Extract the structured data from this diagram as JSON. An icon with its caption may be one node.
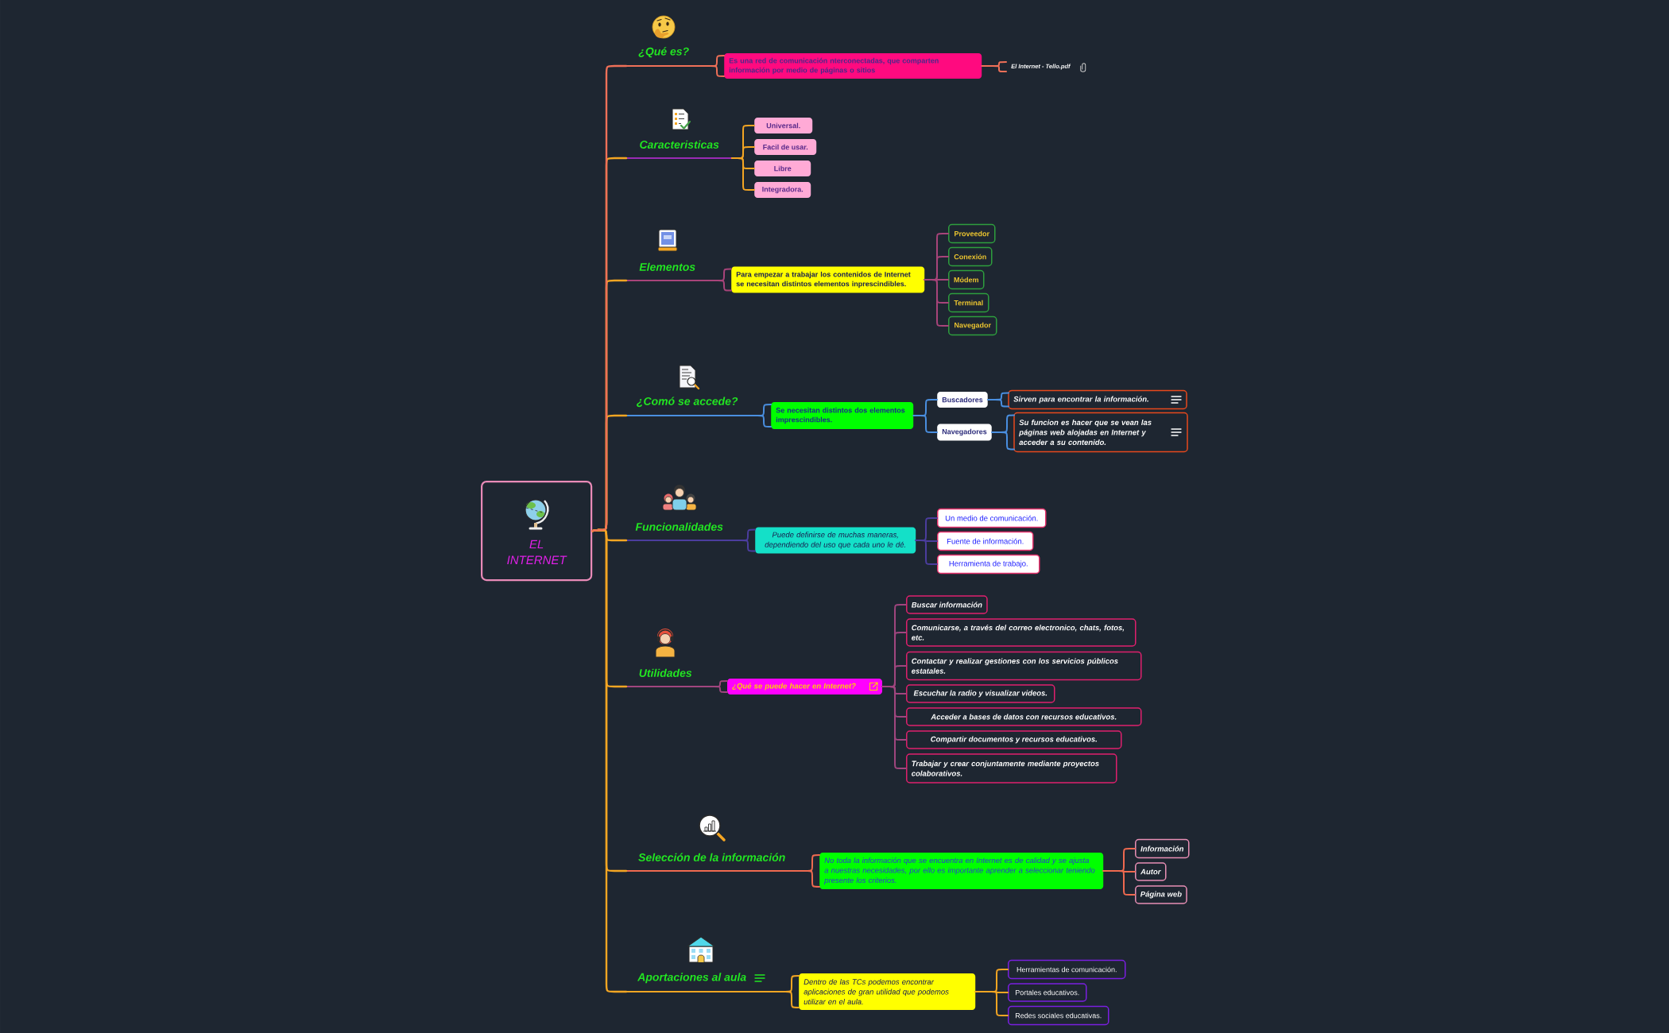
{
  "diagram": {
    "nodes": [
      {
        "text": [
          "EL INTERNET"
        ]
      },
      {
        "text": [
          "¿Qué es?"
        ]
      },
      {
        "text": [
          "Es una red de comunicación nterconectadas, que comparten información por medio de páginas o sitios"
        ]
      },
      {
        "text": [
          "El Internet - Tello.pdf"
        ]
      },
      {
        "text": [
          "Caracteristicas"
        ]
      },
      {
        "text": [
          "Universal."
        ]
      },
      {
        "text": [
          "Facil de usar."
        ]
      },
      {
        "text": [
          "Libre"
        ]
      },
      {
        "text": [
          "Integradora."
        ]
      },
      {
        "text": [
          "Elementos"
        ]
      },
      {
        "text": [
          "Para empezar a trabajar los contenidos de Internet se necesitan distintos elementos inprescindibles."
        ]
      },
      {
        "text": [
          "Proveedor"
        ]
      },
      {
        "text": [
          "Conexión"
        ]
      },
      {
        "text": [
          "Módem"
        ]
      },
      {
        "text": [
          "Terminal"
        ]
      },
      {
        "text": [
          "Navegador"
        ]
      },
      {
        "text": [
          "¿Comó se accede?"
        ]
      },
      {
        "text": [
          "Se necesitan distintos dos elementos imprescindibles."
        ]
      },
      {
        "text": [
          "Buscadores"
        ]
      },
      {
        "text": [
          "Sirven para encontrar la información."
        ]
      },
      {
        "text": [
          "Navegadores"
        ]
      },
      {
        "text": [
          "Su funcion es hacer que se vean las páginas web alojadas en Internet y acceder a su contenido."
        ]
      },
      {
        "text": [
          "Funcionalidades"
        ]
      },
      {
        "text": [
          "Puede definirse de muchas maneras, dependiendo del uso que cada uno le dé."
        ]
      },
      {
        "text": [
          "Un medio de comunicación."
        ]
      },
      {
        "text": [
          "Fuente de información."
        ]
      },
      {
        "text": [
          "Herramienta de trabajo."
        ]
      },
      {
        "text": [
          "Utilidades"
        ]
      },
      {
        "text": [
          "¿Qué se puede hacer en Internet?"
        ]
      },
      {
        "text": [
          "Buscar información"
        ]
      },
      {
        "text": [
          "Comunicarse, a través del correo electronico, chats, fotos, etc."
        ]
      },
      {
        "text": [
          "Contactar y realizar gestiones con los servicios públicos estatales."
        ]
      },
      {
        "text": [
          "Escuchar la radio y visualizar videos."
        ]
      },
      {
        "text": [
          "Acceder a bases de datos con recursos educativos."
        ]
      },
      {
        "text": [
          "Compartir documentos y recursos educativos."
        ]
      },
      {
        "text": [
          "Trabajar y crear conjuntamente mediante proyectos colaborativos."
        ]
      },
      {
        "text": [
          "Selección de la información"
        ]
      },
      {
        "text": [
          "No toda la información que se encuentra en Internet es de calidad y se ajusta a nuestras necesidades, por ello es importante aprender a seleccionar teniendo presente los criterios."
        ]
      },
      {
        "text": [
          "Información"
        ]
      },
      {
        "text": [
          "Autor"
        ]
      },
      {
        "text": [
          "Página web"
        ]
      },
      {
        "text": [
          "Aportaciones al aula"
        ]
      },
      {
        "text": [
          "Dentro de las TCs podemos encontrar aplicaciones de gran utilidad que podemos utilizar en el aula."
        ]
      },
      {
        "text": [
          "Herramientas de comunicación."
        ]
      },
      {
        "text": [
          "Portales educativos."
        ]
      },
      {
        "text": [
          "Redes sociales educativas."
        ]
      }
    ],
    "edges": [
      {
        "from": 0,
        "to": 1,
        "arrow": "none",
        "color": "#f07058"
      },
      {
        "from": 0,
        "to": 4,
        "arrow": "none"
      },
      {
        "from": 0,
        "to": 9,
        "arrow": "none"
      },
      {
        "from": 0,
        "to": 16,
        "arrow": "none"
      },
      {
        "from": 0,
        "to": 22,
        "arrow": "none"
      },
      {
        "from": 0,
        "to": 27,
        "arrow": "none"
      },
      {
        "from": 0,
        "to": 36,
        "arrow": "none"
      },
      {
        "from": 0,
        "to": 41,
        "arrow": "none"
      },
      {
        "from": 1,
        "to": 2,
        "arrow": "none",
        "color": "#f07058"
      },
      {
        "from": 2,
        "to": 3,
        "arrow": "none",
        "color": "#f07058"
      },
      {
        "from": 4,
        "to": 5,
        "arrow": "none"
      },
      {
        "from": 4,
        "to": 6,
        "arrow": "none"
      },
      {
        "from": 4,
        "to": 7,
        "arrow": "none"
      },
      {
        "from": 4,
        "to": 8,
        "arrow": "none"
      },
      {
        "from": 9,
        "to": 10,
        "arrow": "none",
        "color": "#a8447a"
      },
      {
        "from": 10,
        "to": 11,
        "arrow": "none",
        "color": "#a8447a"
      },
      {
        "from": 10,
        "to": 12,
        "arrow": "none",
        "color": "#a8447a"
      },
      {
        "from": 10,
        "to": 13,
        "arrow": "none",
        "color": "#a8447a"
      },
      {
        "from": 10,
        "to": 14,
        "arrow": "none",
        "color": "#a8447a"
      },
      {
        "from": 10,
        "to": 15,
        "arrow": "none",
        "color": "#a8447a"
      },
      {
        "from": 16,
        "to": 17,
        "arrow": "none",
        "color": "#4a8fe0"
      },
      {
        "from": 17,
        "to": 18,
        "arrow": "none",
        "color": "#4a8fe0"
      },
      {
        "from": 17,
        "to": 20,
        "arrow": "none",
        "color": "#4a8fe0"
      },
      {
        "from": 18,
        "to": 19,
        "arrow": "none",
        "color": "#4a8fe0"
      },
      {
        "from": 20,
        "to": 21,
        "arrow": "none",
        "color": "#4a8fe0"
      },
      {
        "from": 22,
        "to": 23,
        "arrow": "none",
        "color": "#4b3d9e"
      },
      {
        "from": 23,
        "to": 24,
        "arrow": "none",
        "color": "#4b3d9e"
      },
      {
        "from": 23,
        "to": 25,
        "arrow": "none",
        "color": "#4b3d9e"
      },
      {
        "from": 23,
        "to": 26,
        "arrow": "none",
        "color": "#4b3d9e"
      },
      {
        "from": 27,
        "to": 28,
        "arrow": "none",
        "color": "#a0467f"
      },
      {
        "from": 28,
        "to": 29,
        "arrow": "none",
        "color": "#a0467f"
      },
      {
        "from": 28,
        "to": 30,
        "arrow": "none",
        "color": "#a0467f"
      },
      {
        "from": 28,
        "to": 31,
        "arrow": "none",
        "color": "#a0467f"
      },
      {
        "from": 28,
        "to": 32,
        "arrow": "none",
        "color": "#a0467f"
      },
      {
        "from": 28,
        "to": 33,
        "arrow": "none",
        "color": "#a0467f"
      },
      {
        "from": 28,
        "to": 34,
        "arrow": "none",
        "color": "#a0467f"
      },
      {
        "from": 28,
        "to": 35,
        "arrow": "none",
        "color": "#a0467f"
      },
      {
        "from": 36,
        "to": 37,
        "arrow": "none",
        "color": "#f06a50"
      },
      {
        "from": 37,
        "to": 38,
        "arrow": "none",
        "color": "#f06a50"
      },
      {
        "from": 37,
        "to": 39,
        "arrow": "none",
        "color": "#f06a50"
      },
      {
        "from": 37,
        "to": 40,
        "arrow": "none",
        "color": "#f06a50"
      },
      {
        "from": 41,
        "to": 42,
        "arrow": "none"
      },
      {
        "from": 42,
        "to": 43,
        "arrow": "none"
      },
      {
        "from": 42,
        "to": 44,
        "arrow": "none"
      },
      {
        "from": 42,
        "to": 45,
        "arrow": "none"
      }
    ]
  }
}
